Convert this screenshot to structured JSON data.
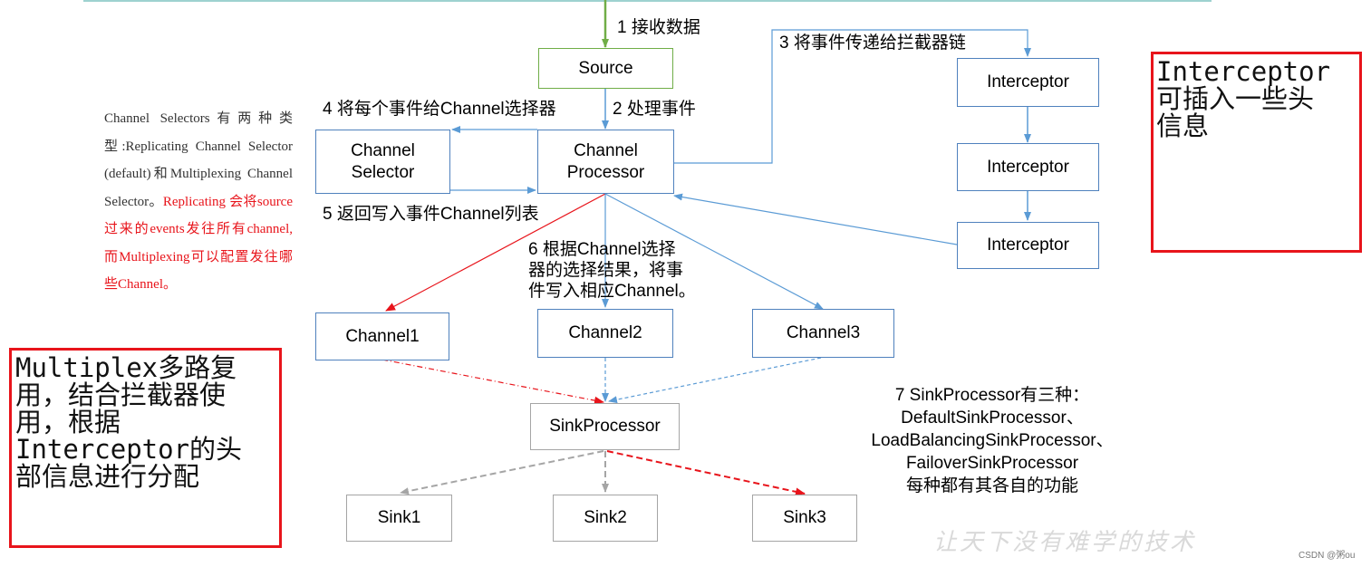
{
  "nodes": {
    "source": "Source",
    "channel_selector": "Channel\nSelector",
    "channel_processor": "Channel\nProcessor",
    "interceptor_1": "Interceptor",
    "interceptor_2": "Interceptor",
    "interceptor_3": "Interceptor",
    "channel1": "Channel1",
    "channel2": "Channel2",
    "channel3": "Channel3",
    "sink_processor": "SinkProcessor",
    "sink1": "Sink1",
    "sink2": "Sink2",
    "sink3": "Sink3"
  },
  "steps": {
    "s1": "1 接收数据",
    "s2": "2 处理事件",
    "s3": "3 将事件传递给拦截器链",
    "s4": "4 将每个事件给Channel选择器",
    "s5": "5 返回写入事件Channel列表",
    "s6": "6 根据Channel选择\n器的选择结果，将事\n件写入相应Channel。",
    "s7": "7 SinkProcessor有三种：\nDefaultSinkProcessor、\nLoadBalancingSinkProcessor、\nFailoverSinkProcessor\n每种都有其各自的功能"
  },
  "side_note": {
    "black": "Channel Selectors有两种类型:Replicating Channel Selector (default)和Multiplexing Channel Selector。",
    "red": "Replicating 会将source过来的events发往所有channel,而Multiplexing可以配置发往哪些Channel。"
  },
  "annotations": {
    "interceptor_note": "Interceptor\n可插入一些头\n信息",
    "multiplex_note": "Multiplex多路复\n用，结合拦截器使\n用，根据\nInterceptor的头\n部信息进行分配"
  },
  "watermark": "让天下没有难学的技术",
  "credit": "CSDN @粥ou",
  "colors": {
    "box_border": "#4f81bd",
    "source_border": "#70ad47",
    "sink_border": "#a5a5a5",
    "arrow_blue": "#5b9bd5",
    "arrow_green": "#70ad47",
    "arrow_red": "#e8141b",
    "arrow_gray": "#a5a5a5"
  }
}
